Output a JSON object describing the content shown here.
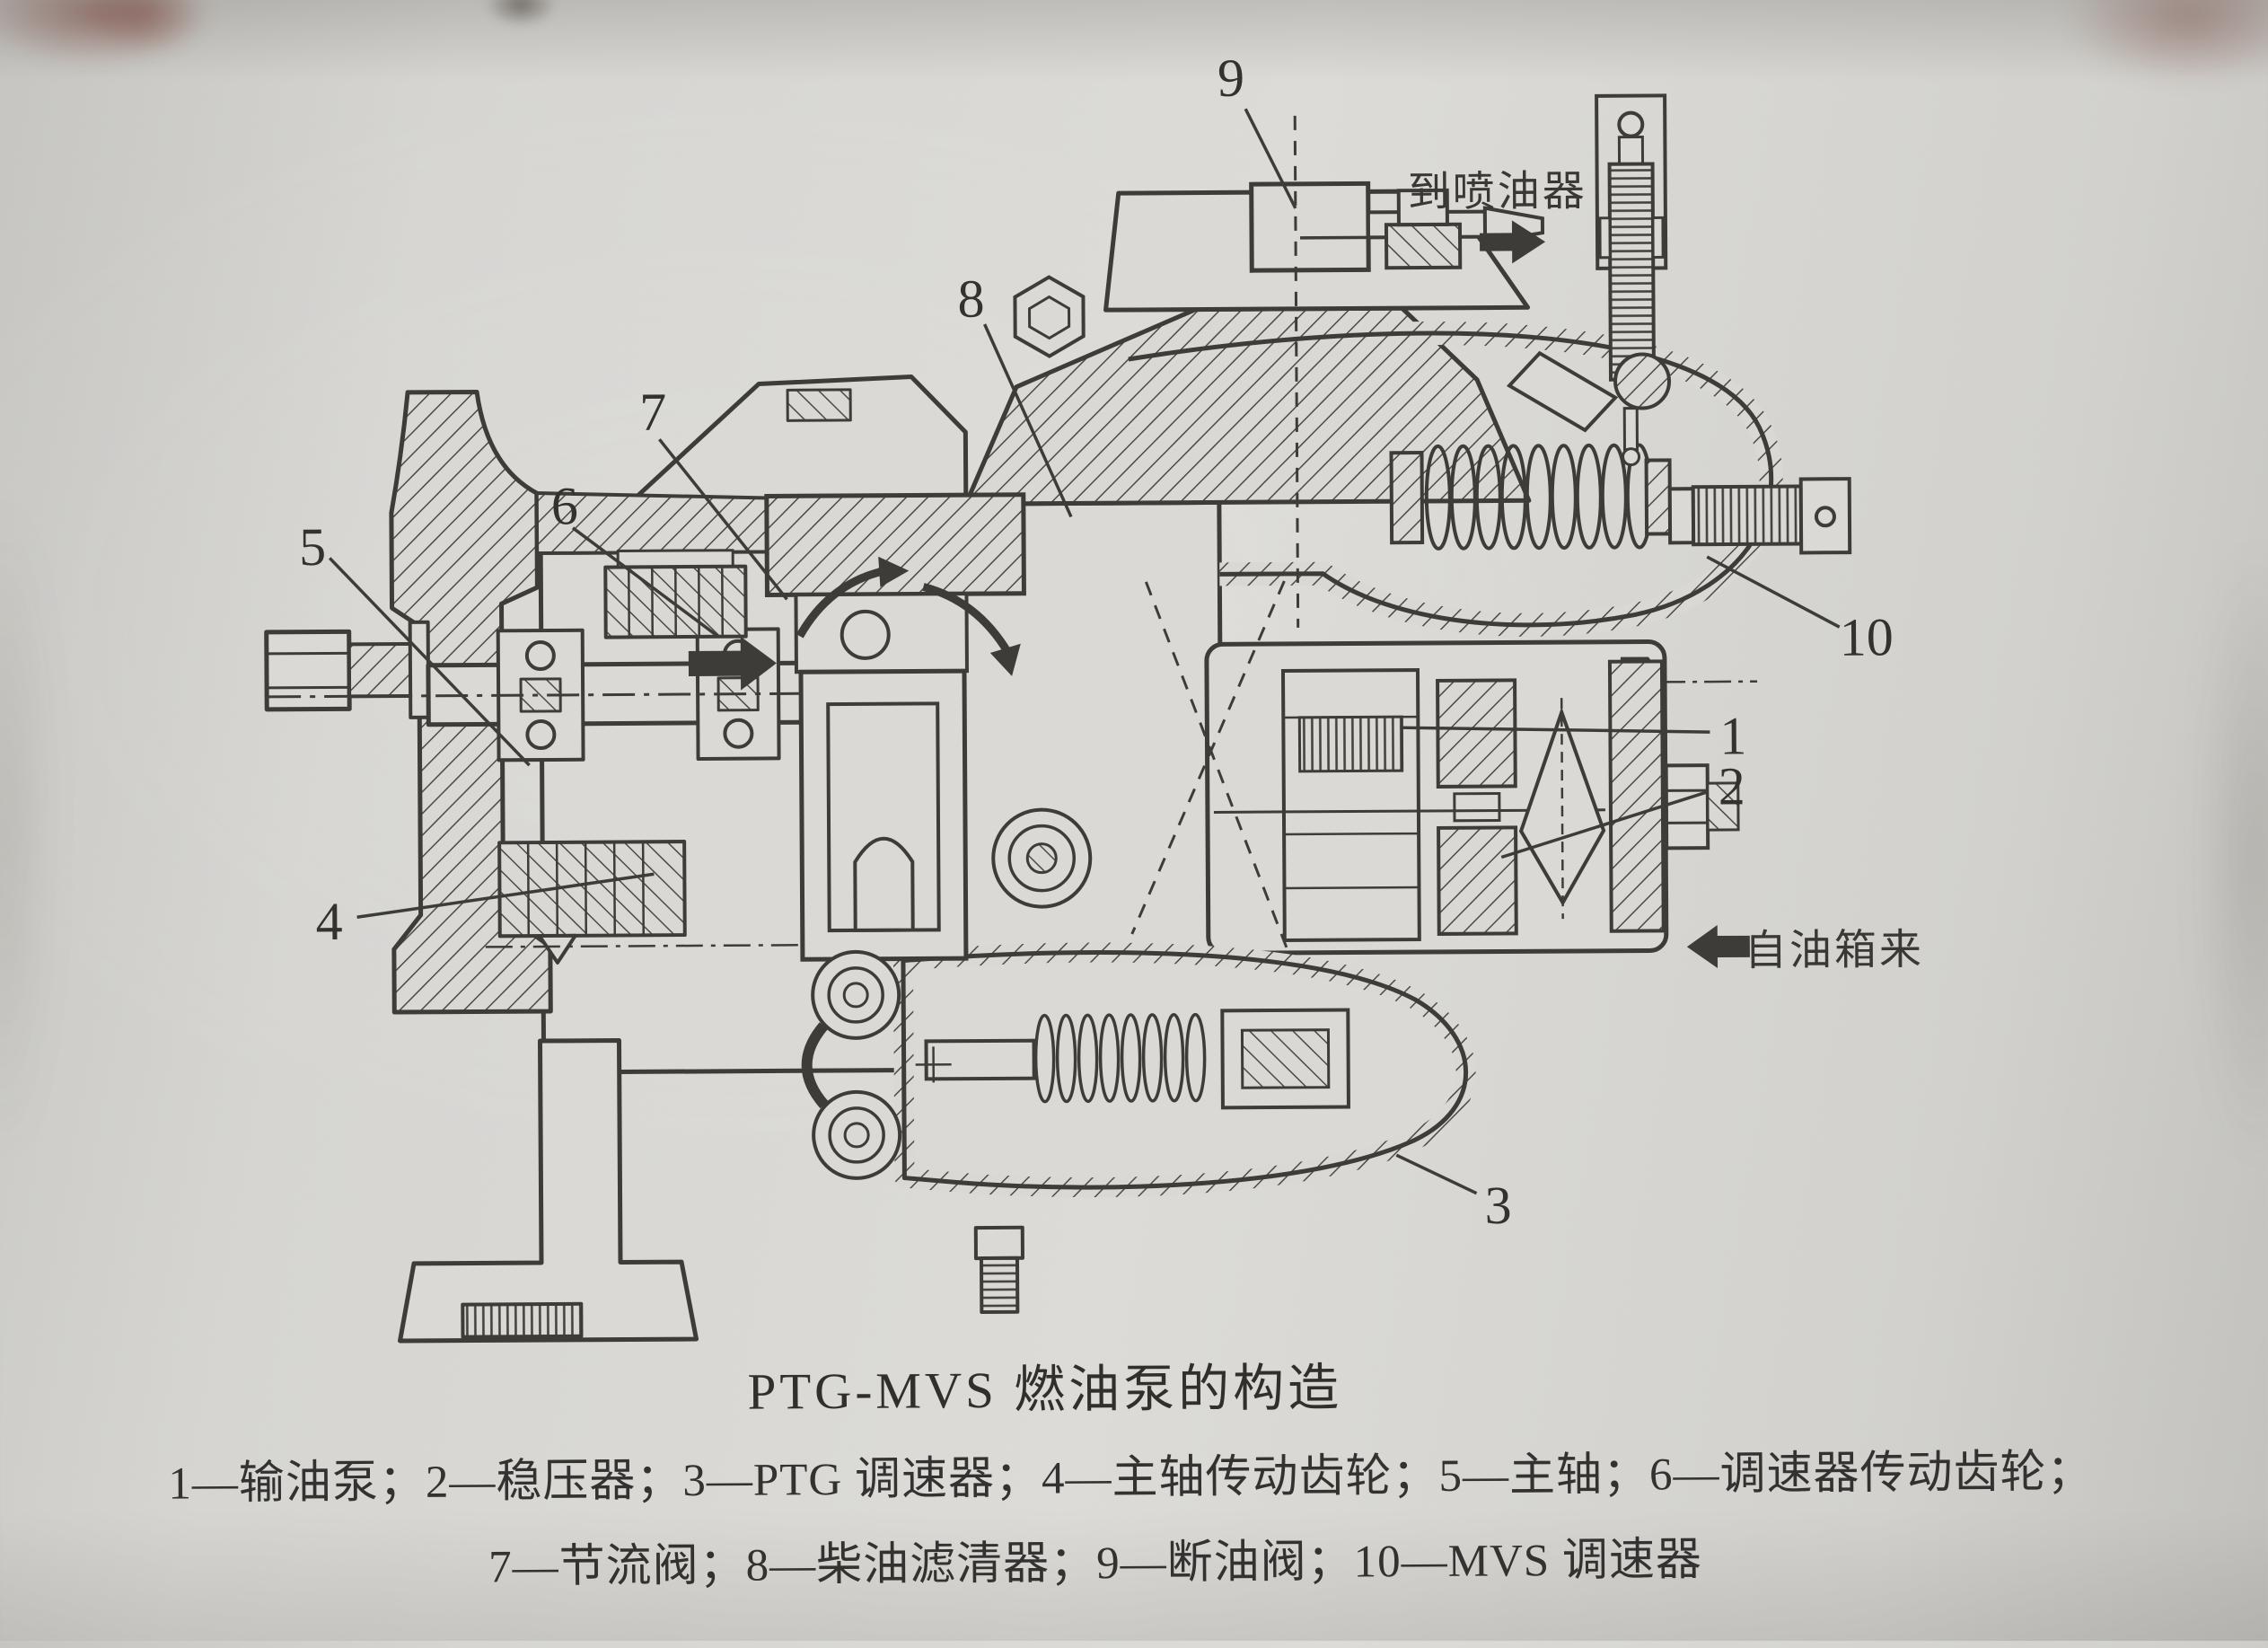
{
  "figure": {
    "title": "PTG-MVS 燃油泵的构造",
    "legend_line1": "1—输油泵；2—稳压器；3—PTG 调速器；4—主轴传动齿轮；5—主轴；6—调速器传动齿轮；",
    "legend_line2": "7—节流阀；8—柴油滤清器；9—断油阀；10—MVS 调速器"
  },
  "annotations": {
    "to_injector": "到喷油器",
    "from_tank": "自油箱来"
  },
  "icons": {
    "to_injector_arrow": "→",
    "from_tank_arrow": "←"
  },
  "callouts": [
    {
      "num": "1",
      "part": "输油泵"
    },
    {
      "num": "2",
      "part": "稳压器"
    },
    {
      "num": "3",
      "part": "PTG 调速器"
    },
    {
      "num": "4",
      "part": "主轴传动齿轮"
    },
    {
      "num": "5",
      "part": "主轴"
    },
    {
      "num": "6",
      "part": "调速器传动齿轮"
    },
    {
      "num": "7",
      "part": "节流阀"
    },
    {
      "num": "8",
      "part": "柴油滤清器"
    },
    {
      "num": "9",
      "part": "断油阀"
    },
    {
      "num": "10",
      "part": "MVS 调速器"
    }
  ],
  "colors": {
    "paper": "#d6d5d1",
    "ink": "#3e3c38",
    "text": "#34322e"
  }
}
